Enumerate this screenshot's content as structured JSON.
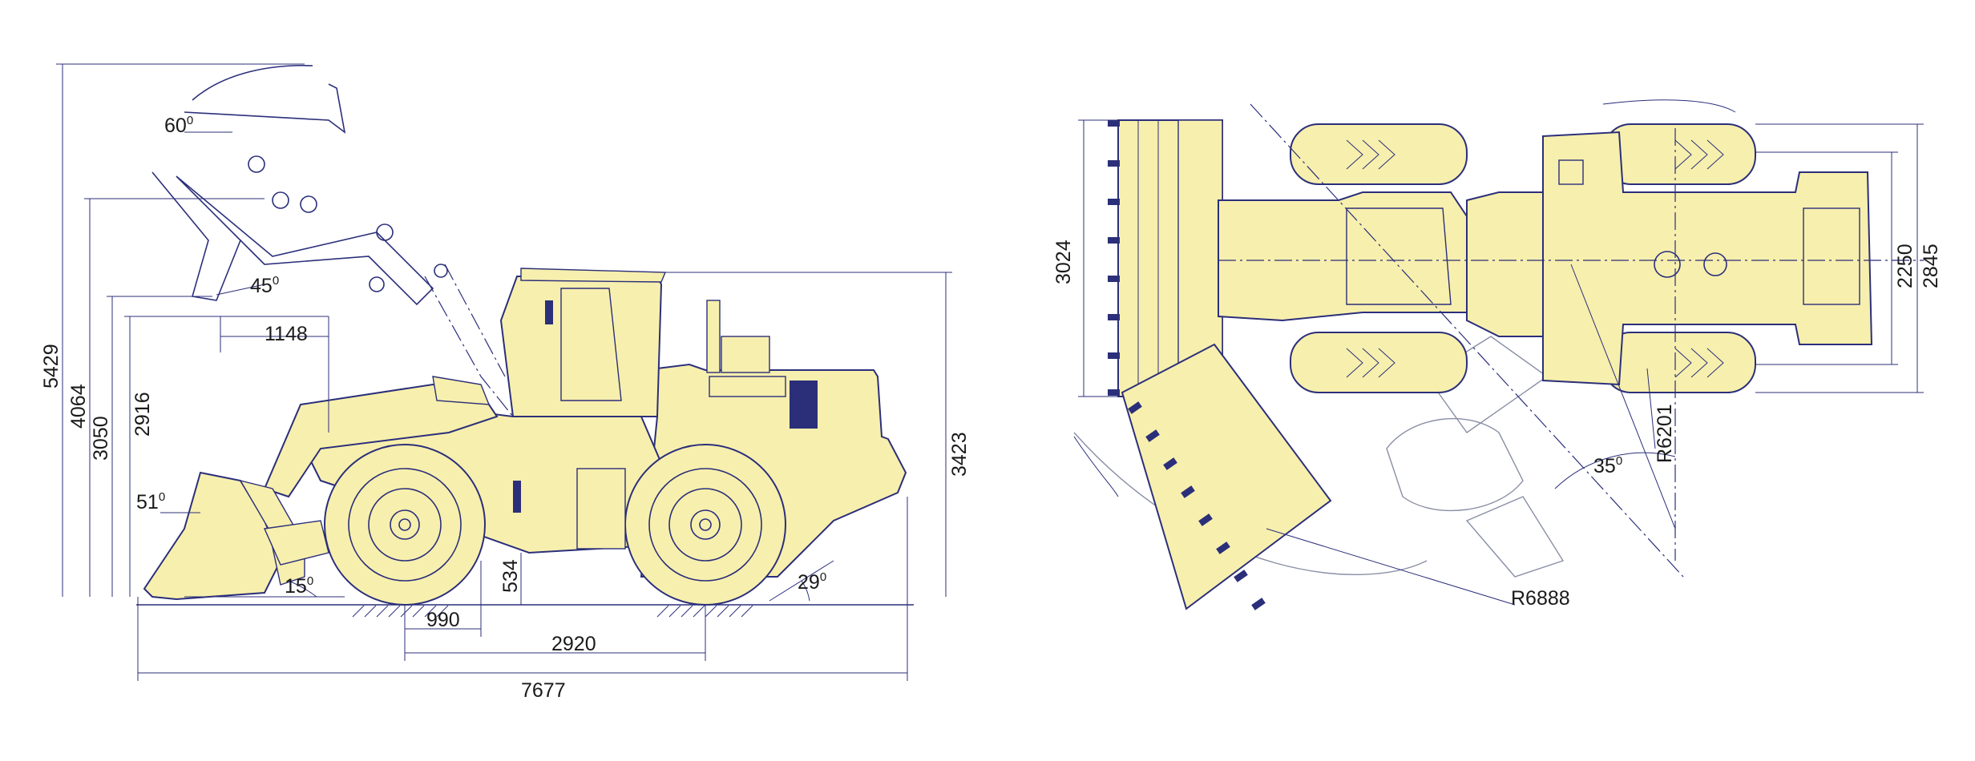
{
  "colors": {
    "machine_fill": "#f7efad",
    "line": "#2b2f7a",
    "text": "#1a1a1a"
  },
  "side_view": {
    "angles": {
      "a60": "60",
      "a45": "45",
      "a51": "51",
      "a15": "15",
      "a29": "29"
    },
    "dims": {
      "d5429": "5429",
      "d4064": "4064",
      "d3050": "3050",
      "d2916": "2916",
      "d1148": "1148",
      "d3423": "3423",
      "d534": "534",
      "d990": "990",
      "d2920": "2920",
      "d7677": "7677"
    },
    "degree_mark": "0"
  },
  "top_view": {
    "angles": {
      "a35": "35"
    },
    "dims": {
      "d3024": "3024",
      "d2250": "2250",
      "d2845": "2845",
      "r6201": "R6201",
      "r6888": "R6888"
    },
    "degree_mark": "0"
  }
}
